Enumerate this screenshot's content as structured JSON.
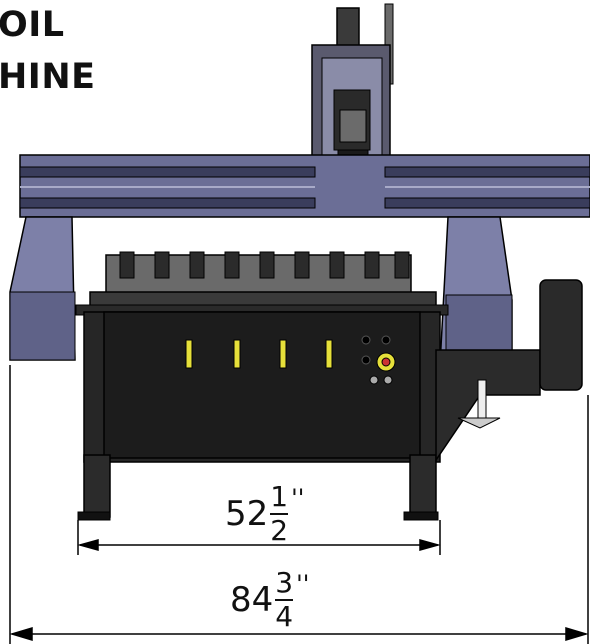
{
  "title": {
    "line1": "OIL",
    "line2": "HINE"
  },
  "dimensions": {
    "inner": {
      "whole": "52",
      "numerator": "1",
      "denominator": "2",
      "unit": "''"
    },
    "outer": {
      "whole": "84",
      "numerator": "3",
      "denominator": "4",
      "unit": "''"
    }
  },
  "colors": {
    "frame": "#2b2b2b",
    "gantry": "#7d80a8",
    "panel": "#1f1f1f",
    "indicator": "#e6e03a",
    "outline": "#000000"
  }
}
